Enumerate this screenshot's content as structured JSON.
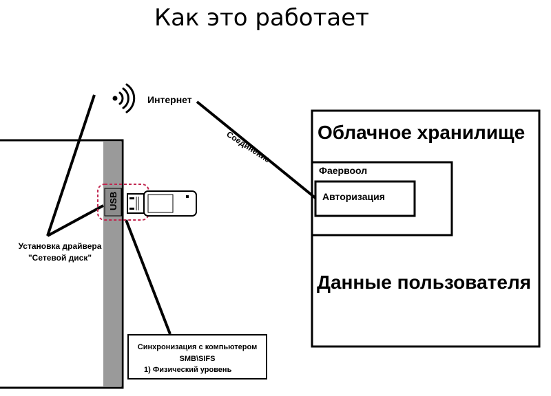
{
  "title": "Как это работает",
  "internet_label": "Интернет",
  "connection_label": "Соединение",
  "usb_label": "USB",
  "driver_install": {
    "line1": "Установка драйвера",
    "line2": "\"Сетевой диск\""
  },
  "cloud": {
    "title": "Облачное хранилище",
    "firewall": "Фаервоол",
    "authorization": "Авторизация",
    "user_data": "Данные пользователя"
  },
  "sync": {
    "line1": "Синхронизация с компьютером",
    "line2": "SMB\\SIFS",
    "line3": "1) Физический уровень"
  },
  "icons": [
    "wifi-signal-icon",
    "usb-stick-icon"
  ],
  "colors": {
    "usb_highlight": "#c0264f",
    "port_strip": "#9a9a9a"
  }
}
